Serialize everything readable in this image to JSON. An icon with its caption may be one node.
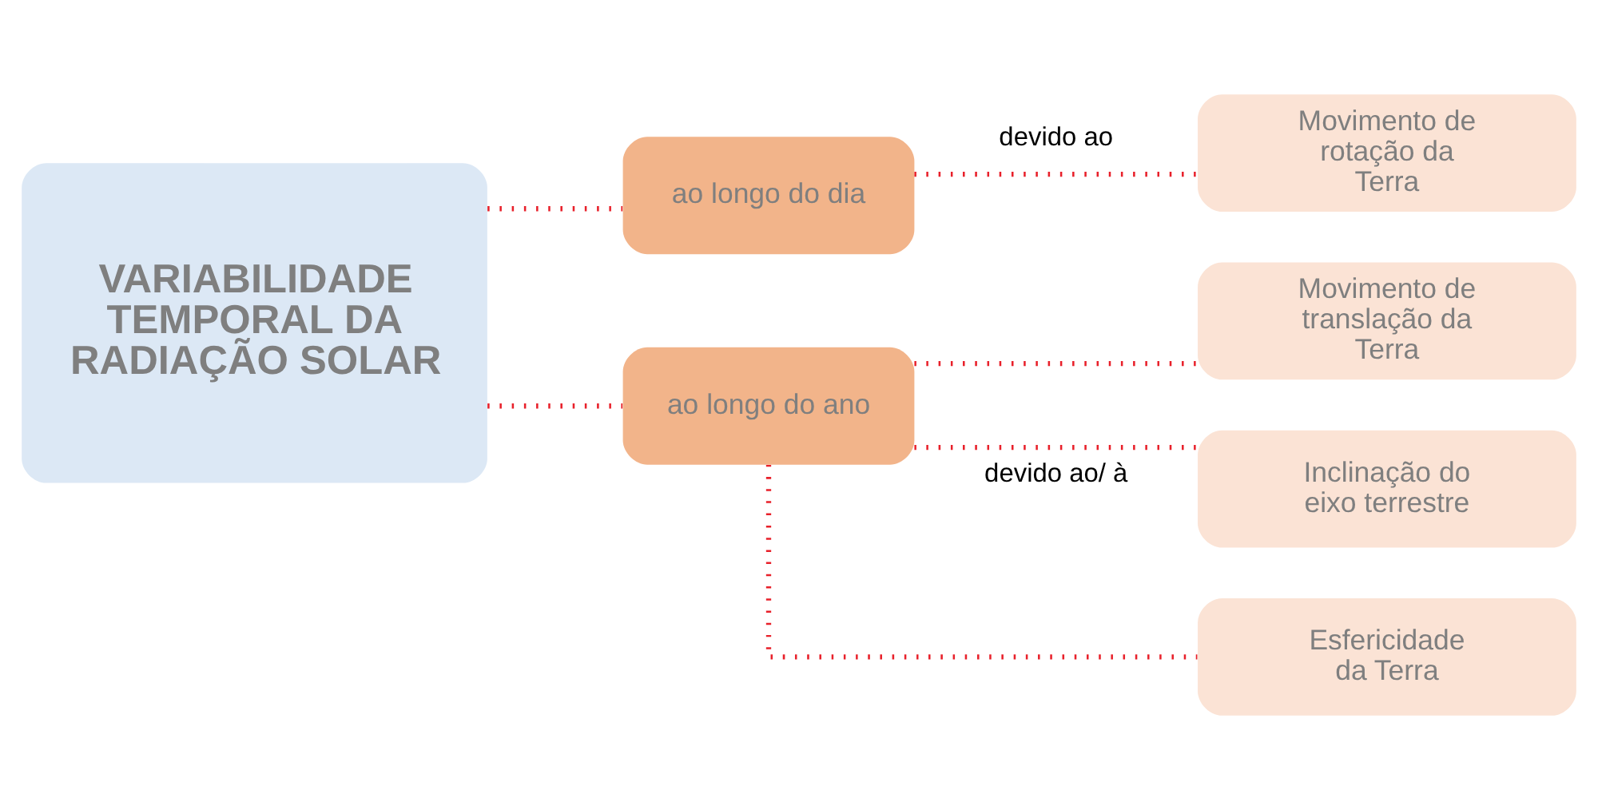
{
  "diagram": {
    "nodes": [
      {
        "text": [
          "VARIABILIDADE TEMPORAL DA RADIAÇÃO SOLAR"
        ]
      },
      {
        "text": [
          "ao longo do dia"
        ]
      },
      {
        "text": [
          "ao longo do ano"
        ]
      },
      {
        "text": [
          "Movimento de rotação da Terra"
        ]
      },
      {
        "text": [
          "Movimento de translação da Terra"
        ]
      },
      {
        "text": [
          "Inclinação do eixo terrestre"
        ]
      },
      {
        "text": [
          "Esfericidade da Terra"
        ]
      }
    ],
    "edges": [
      {
        "from": 0,
        "to": 1,
        "arrow": "none"
      },
      {
        "from": 0,
        "to": 2,
        "arrow": "none"
      },
      {
        "from": 1,
        "to": 3,
        "arrow": "none",
        "label": "devido ao"
      },
      {
        "from": 2,
        "to": 4,
        "arrow": "none"
      },
      {
        "from": 2,
        "to": 5,
        "arrow": "none",
        "label": "devido ao/ à"
      },
      {
        "from": 2,
        "to": 6,
        "arrow": "none"
      }
    ]
  }
}
